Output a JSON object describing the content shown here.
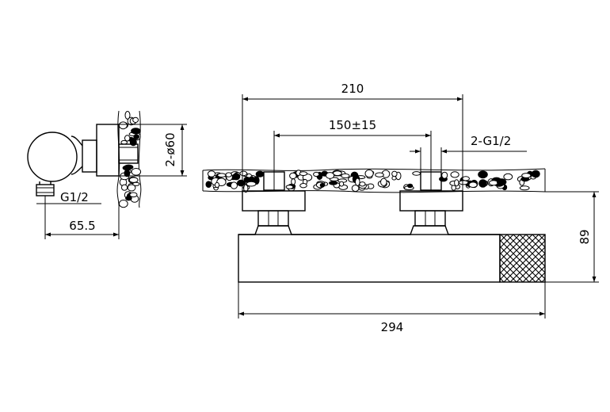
{
  "dimensions": {
    "overall_length": "294",
    "inlet_spacing_outer": "210",
    "inlet_spacing": "150±15",
    "inlet_thread": "2-G1/2",
    "total_height": "89",
    "wall_depth": "65.5",
    "outlet_thread": "G1/2",
    "flange_diameter": "2-ø60"
  },
  "colors": {
    "line": "#000000",
    "background": "#ffffff"
  }
}
